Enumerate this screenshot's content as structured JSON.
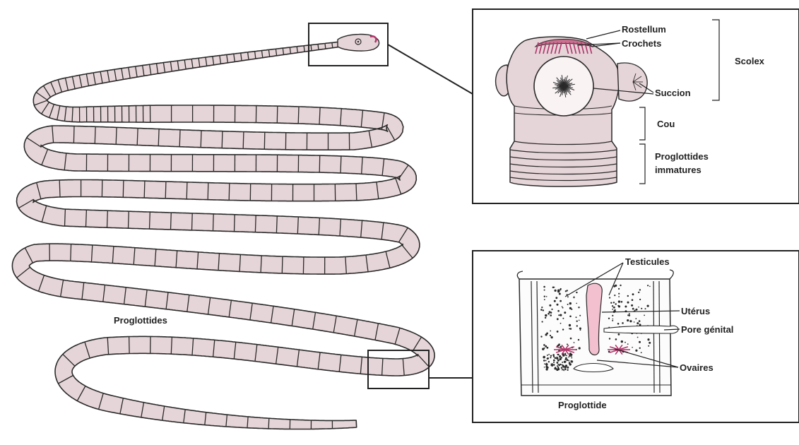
{
  "colors": {
    "body_fill": "#e6d5d8",
    "outline": "#2a2a2a",
    "hook_accent": "#b0356a",
    "panel_border": "#222222"
  },
  "labels": {
    "proglottides": "Proglottides",
    "rostellum": "Rostellum",
    "crochets": "Crochets",
    "scolex": "Scolex",
    "succion": "Succion",
    "cou": "Cou",
    "proglottides_immatures_line1": "Proglottides",
    "proglottides_immatures_line2": "immatures",
    "testicules": "Testicules",
    "uterus": "Utérus",
    "pore_genital": "Pore génital",
    "ovaires": "Ovaires",
    "proglottide": "Proglottide"
  }
}
